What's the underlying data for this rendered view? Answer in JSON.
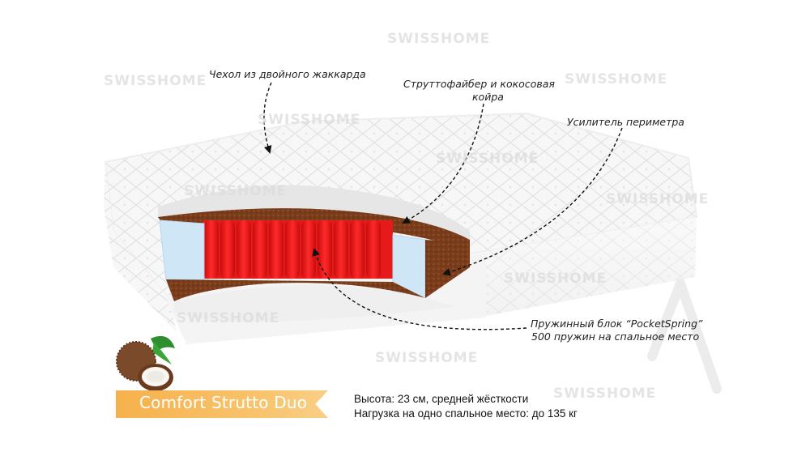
{
  "watermark": "SWISSHOME",
  "callouts": {
    "cover": "Чехол из двойного жаккарда",
    "strutto_line1": "Струттофайбер и кокосовая",
    "strutto_line2": "койра",
    "perimeter": "Усилитель периметра",
    "springs_line1": "Пружинный блок “PocketSpring”",
    "springs_line2": "500 пружин на спальное место"
  },
  "product_name": "Comfort Strutto Duo",
  "specs": {
    "line1": "Высота: 23 см, средней жёсткости",
    "line2": "Нагрузка на одно спальное место: до 135 кг"
  },
  "icons": [
    "coconut-icon",
    "mattress-illustration"
  ],
  "colors": {
    "banner": "#f6b14c",
    "coir": "#7a3d1c",
    "springs": "#e61a1a",
    "foam": "#cfe6f7"
  }
}
